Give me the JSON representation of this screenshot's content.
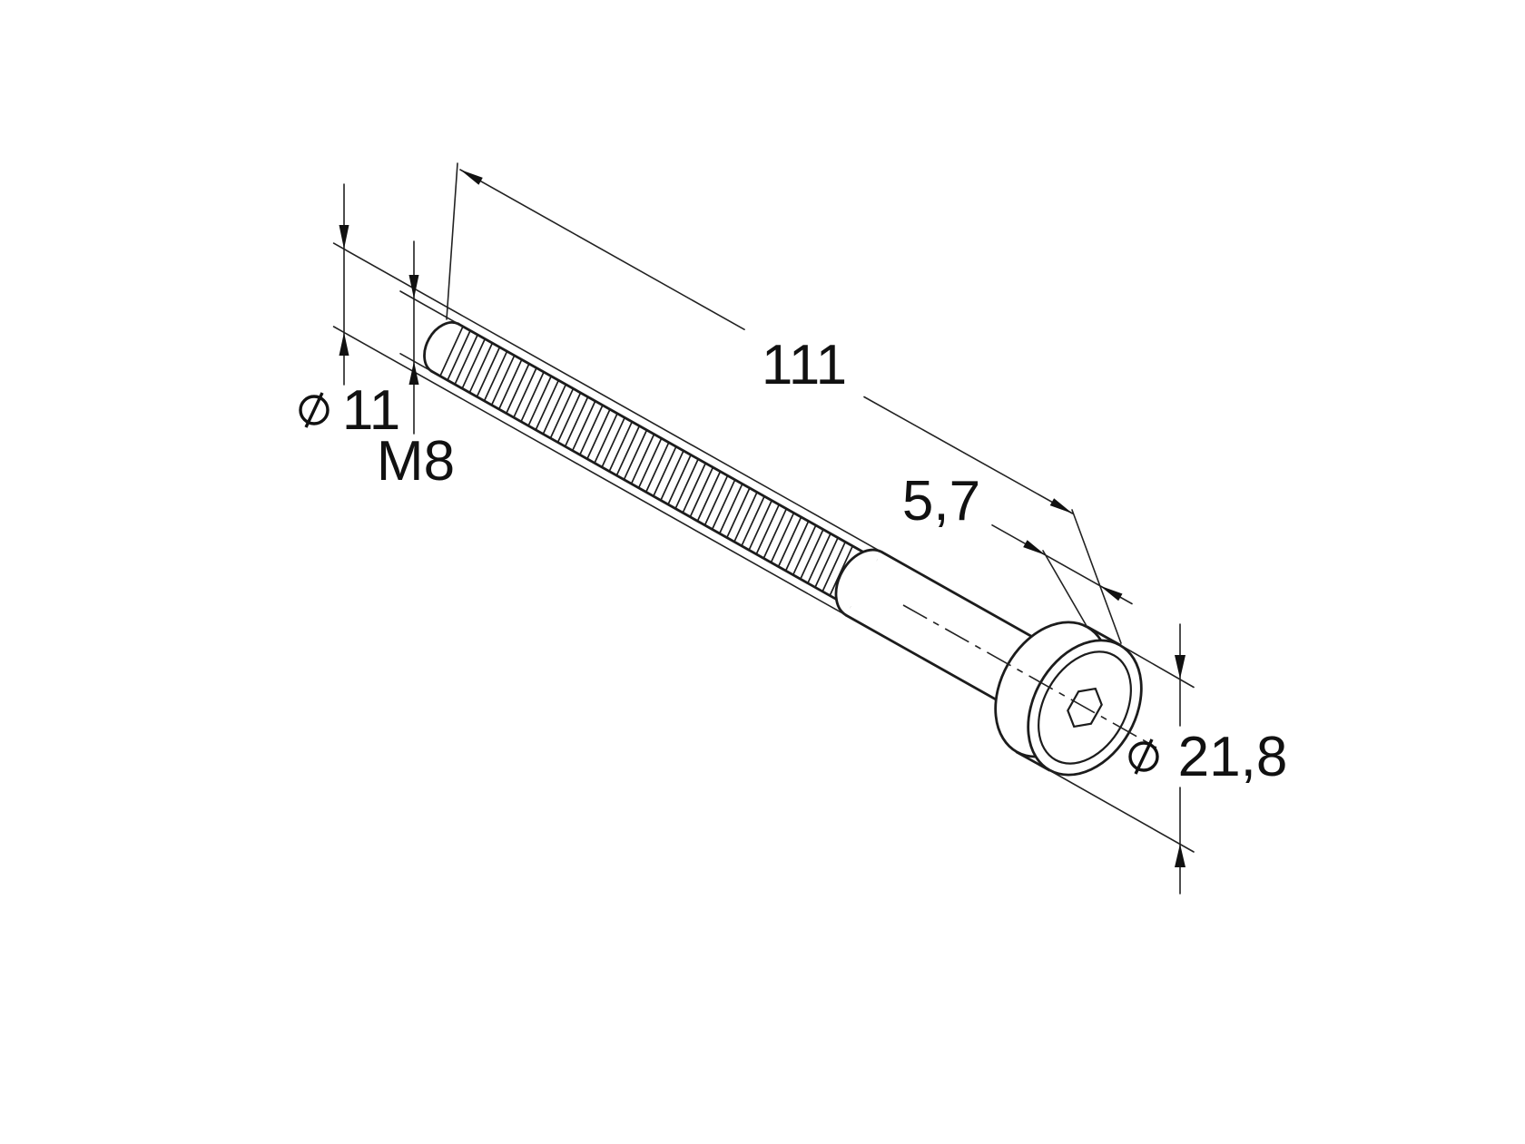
{
  "dimensions": {
    "overall_length": {
      "value": "111"
    },
    "sleeve_diameter": {
      "symbol": "⌀",
      "value": "11"
    },
    "thread": {
      "value": "M8"
    },
    "head_thickness": {
      "value": "5,7"
    },
    "head_diameter": {
      "symbol": "⌀",
      "value": "21,8"
    }
  }
}
